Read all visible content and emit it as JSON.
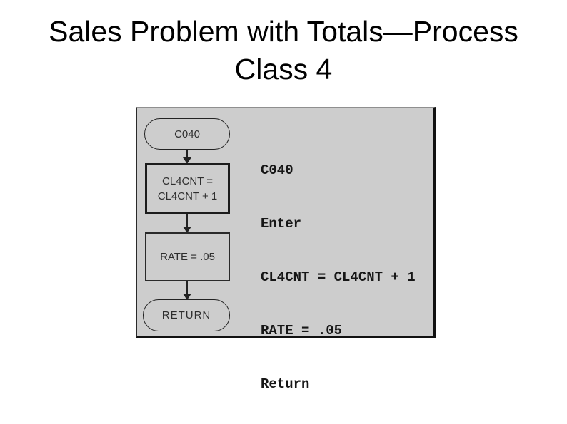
{
  "slide": {
    "title_lines": [
      "Sales Problem with Totals—Process",
      "Class 4"
    ]
  },
  "diagram": {
    "flowchart": {
      "start_label": "C040",
      "process1_lines": [
        "CL4CNT =",
        "CL4CNT + 1"
      ],
      "process2_label": "RATE = .05",
      "end_label": "RETURN"
    },
    "code_lines": [
      "C040",
      "Enter",
      "CL4CNT = CL4CNT + 1",
      "RATE = .05",
      "Return"
    ]
  },
  "colors": {
    "background": "#ffffff",
    "panel_bg": "#cdcdcd",
    "line_color": "#222222",
    "title_color": "#000000"
  }
}
